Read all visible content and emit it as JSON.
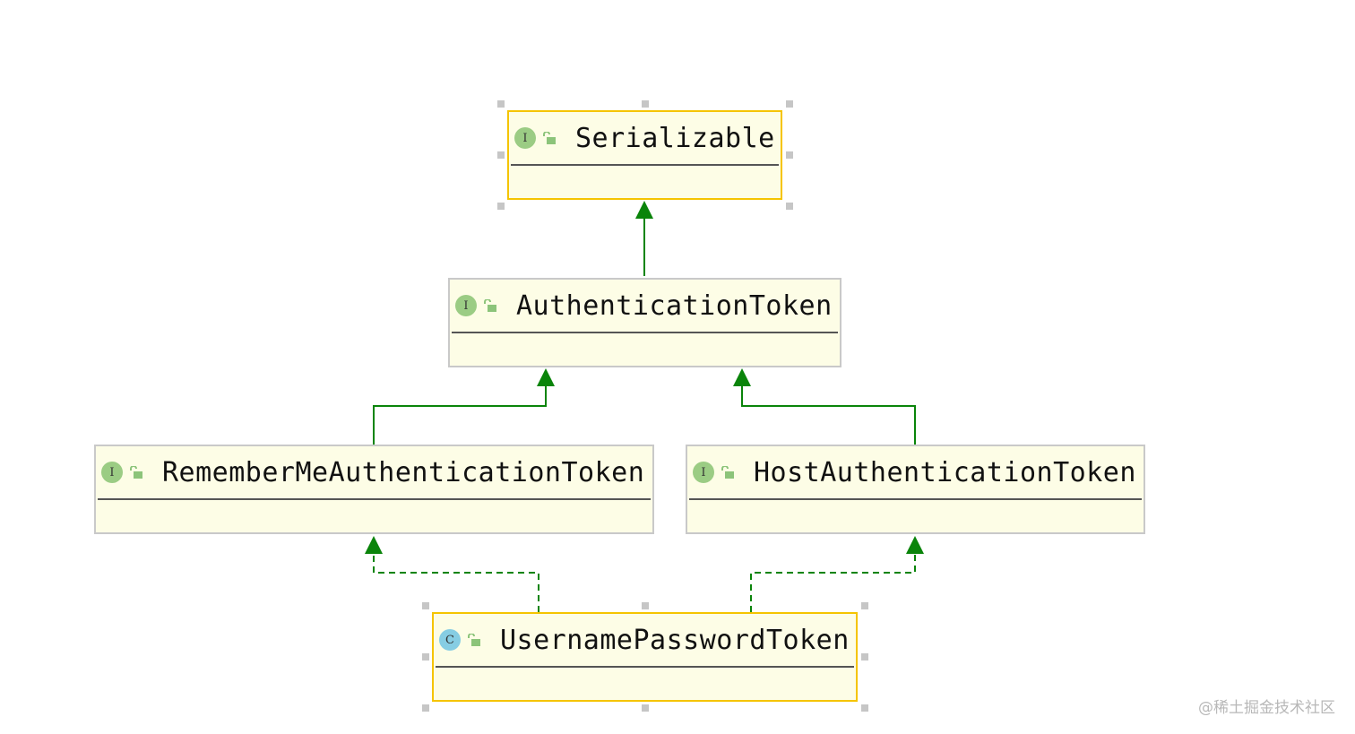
{
  "nodes": [
    {
      "name": "Serializable",
      "kind": "I"
    },
    {
      "name": "AuthenticationToken",
      "kind": "I"
    },
    {
      "name": "RememberMeAuthenticationToken",
      "kind": "I"
    },
    {
      "name": "HostAuthenticationToken",
      "kind": "I"
    },
    {
      "name": "UsernamePasswordToken",
      "kind": "C"
    }
  ],
  "edges": [
    {
      "from": "AuthenticationToken",
      "to": "Serializable",
      "type": "extends"
    },
    {
      "from": "RememberMeAuthenticationToken",
      "to": "AuthenticationToken",
      "type": "extends"
    },
    {
      "from": "HostAuthenticationToken",
      "to": "AuthenticationToken",
      "type": "extends"
    },
    {
      "from": "UsernamePasswordToken",
      "to": "RememberMeAuthenticationToken",
      "type": "implements"
    },
    {
      "from": "UsernamePasswordToken",
      "to": "HostAuthenticationToken",
      "type": "implements"
    }
  ],
  "colors": {
    "edge": "#0a840a",
    "selected": "#f5c400",
    "node_bg": "#fdfde6"
  },
  "watermark": "@稀土掘金技术社区"
}
